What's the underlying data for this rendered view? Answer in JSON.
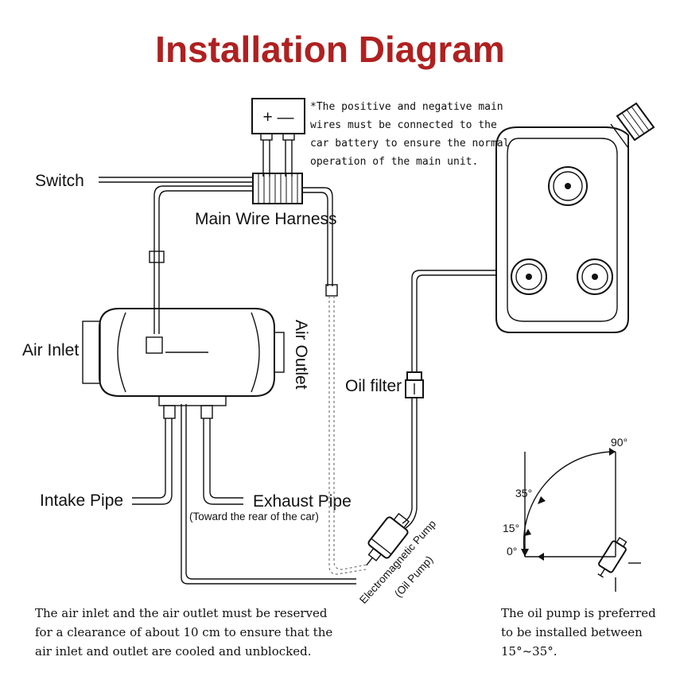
{
  "title": "Installation Diagram",
  "colors": {
    "title": "#b02020",
    "ink": "#111111"
  },
  "labels": {
    "switch": "Switch",
    "main_wire_harness": "Main Wire Harness",
    "air_inlet": "Air Inlet",
    "air_outlet": "Air Outlet",
    "oil_filter": "Oil filter",
    "intake_pipe": "Intake Pipe",
    "exhaust_pipe": "Exhaust Pipe",
    "exhaust_note": "(Toward the rear of the car)",
    "pump_line1": "Electromagnetic Pump",
    "pump_line2": "(Oil Pump)",
    "battery_signs": "+ —"
  },
  "battery_note": [
    "*The positive and negative main",
    "wires must be connected to the",
    "car battery to ensure the normal",
    "operation of the main unit."
  ],
  "clearance_note": [
    "The air inlet and the air outlet must be reserved",
    "for a clearance of about 10 cm to ensure that the",
    "air inlet and outlet are cooled and unblocked."
  ],
  "pump_note": [
    "The oil pump is preferred",
    "to be installed between",
    "15°~35°."
  ],
  "angles": {
    "a0": "0°",
    "a15": "15°",
    "a35": "35°",
    "a90": "90°"
  }
}
